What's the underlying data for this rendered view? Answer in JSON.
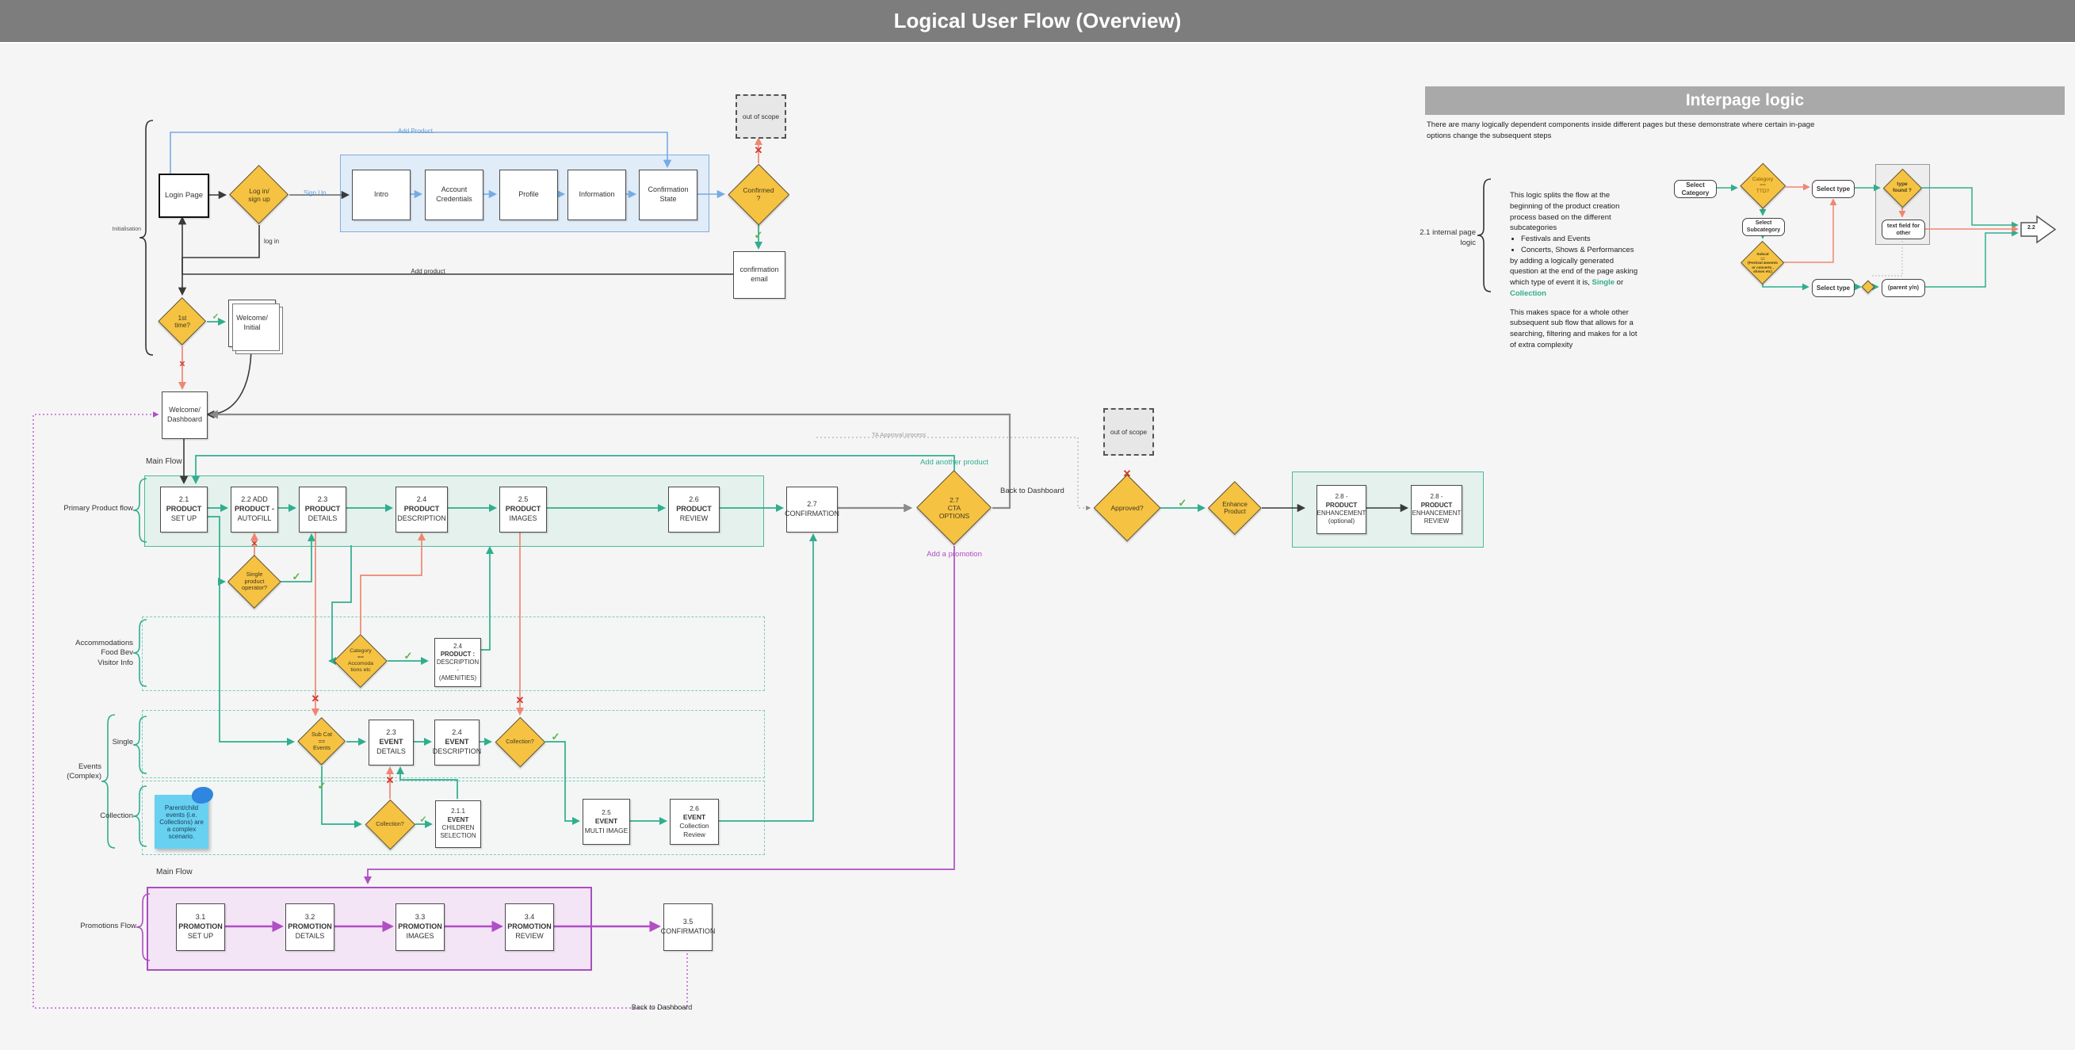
{
  "title": "Logical User Flow (Overview)",
  "icons": {
    "check": "✓",
    "x": "✕"
  },
  "login": {
    "bracket": "Initialisation",
    "page": "Login Page",
    "signup": [
      "Log in/",
      "sign up"
    ],
    "sign_up_lbl": "Sign Up",
    "add_product_top": "Add Product",
    "steps": [
      "Intro",
      "Account Credentials",
      "Profile",
      "Information",
      "Confirmation State"
    ],
    "confirmed": [
      "Confirmed",
      "?"
    ],
    "oos": "out of scope",
    "email": [
      "confirmation",
      "email"
    ],
    "add_product_back": "Add product",
    "log_in": "log in",
    "first_time": [
      "1st",
      "time?"
    ],
    "welcome_initial": [
      "Welcome/",
      "Initial"
    ],
    "dashboard": [
      "Welcome/",
      "Dashboard"
    ]
  },
  "main": {
    "flow_lbl": "Main Flow",
    "bracket": "Primary Product flow",
    "boxes": [
      [
        "2.1",
        "PRODUCT",
        "SET UP"
      ],
      [
        "2.2 ADD",
        "PRODUCT -",
        "AUTOFILL"
      ],
      [
        "2.3",
        "PRODUCT",
        "DETAILS"
      ],
      [
        "2.4",
        "PRODUCT",
        "DESCRIPTION"
      ],
      [
        "2.5",
        "PRODUCT",
        "IMAGES"
      ],
      [
        "2.6",
        "PRODUCT",
        "REVIEW"
      ]
    ],
    "conf": [
      "2.7",
      "CONFIRMATION"
    ],
    "cta": [
      "2.7",
      "CTA",
      "OPTIONS"
    ],
    "ta": "TA Approval process",
    "add_another": "Add another product",
    "back": "Back to Dashboard",
    "add_promo": "Add a promotion",
    "approved": "Approved?",
    "oos": "out of scope",
    "enhance": [
      "Enhance",
      "Product"
    ],
    "p28a": [
      "2.8 -",
      "PRODUCT",
      "ENHANCEMENT",
      "(optional)"
    ],
    "p28b": [
      "2.8 -",
      "PRODUCT",
      "ENHANCEMENT",
      "REVIEW"
    ],
    "single_op": [
      "Single",
      "product",
      "operator?"
    ]
  },
  "accom": {
    "bracket": [
      "Accommodations",
      "Food Bev",
      "Visitor Info"
    ],
    "cat": [
      "Category",
      "==",
      "Accomoda",
      "tions etc"
    ],
    "amen": [
      "2.4",
      "PRODUCT :",
      "DESCRIPTION -",
      "(AMENITIES)"
    ]
  },
  "events": {
    "bracket": [
      "Events",
      "(Complex)"
    ],
    "single": "Single",
    "collection": "Collection",
    "subcat": [
      "Sub Cat",
      "==",
      "Events"
    ],
    "e23": [
      "2.3",
      "EVENT",
      "DETAILS"
    ],
    "e24": [
      "2.4",
      "EVENT",
      "DESCRIPTION"
    ],
    "coll1": "Collection?",
    "coll2": "Collection?",
    "e211": [
      "2.1.1",
      "EVENT",
      "CHILDREN",
      "SELECTION"
    ],
    "e25": [
      "2.5",
      "EVENT",
      "MULTI IMAGE"
    ],
    "e26": [
      "2.6",
      "EVENT",
      "Collection Review"
    ],
    "sticky": "Parent/child events (i.e. Collections) are a complex scenario."
  },
  "promo": {
    "flow_lbl": "Main Flow",
    "bracket": "Promotions Flow",
    "boxes": [
      [
        "3.1",
        "PROMOTION",
        "SET UP"
      ],
      [
        "3.2",
        "PROMOTION",
        "DETAILS"
      ],
      [
        "3.3",
        "PROMOTION",
        "IMAGES"
      ],
      [
        "3.4",
        "PROMOTION",
        "REVIEW"
      ]
    ],
    "conf": [
      "3.5",
      "CONFIRMATION"
    ],
    "back": "Back to Dashboard"
  },
  "inter": {
    "title": "Interpage logic",
    "intro": "There are many logically dependent components inside different pages but these demonstrate where certain in-page options change the subsequent steps",
    "bracket": [
      "2.1 internal page",
      "logic"
    ],
    "p1": "This logic splits the flow at the beginning of the product creation process  based on the different subcategories",
    "bullets": [
      "Festivals and Events",
      "Concerts, Shows & Performances"
    ],
    "p2a": "by adding a logically generated question at the end of the page asking which type of event it is, ",
    "single": "Single",
    "or": " or ",
    "collection": "Collection",
    "p3": "This makes space for a whole other subsequent sub flow that allows for a searching, filtering and makes for a lot of extra complexity",
    "select_category": "Select Category",
    "cat_ttd": [
      "Category",
      "==",
      "TTD?"
    ],
    "select_type1": "Select type",
    "type_found": [
      "type",
      "found ?"
    ],
    "text_field": [
      "text field for",
      "other"
    ],
    "select_subcat": "Select Subcategory",
    "subcat_small": [
      "Subcat",
      "==",
      "(Festival &events",
      "or concerts ,",
      "shows etc)"
    ],
    "select_type2": "Select type",
    "parent_yn": "(parent y/n)",
    "arrow": "2.2"
  }
}
